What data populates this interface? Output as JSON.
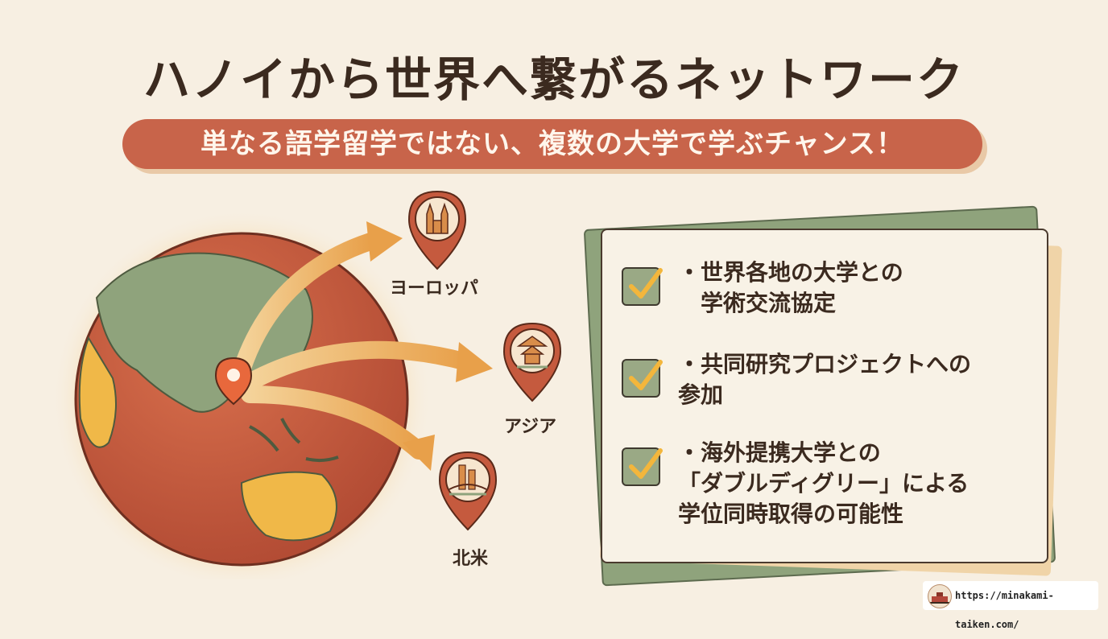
{
  "header": {
    "title": "ハノイから世界へ繋がるネットワーク",
    "subtitle": "単なる語学留学ではない、複数の大学で学ぶチャンス！"
  },
  "map": {
    "regions": [
      {
        "label": "ヨーロッパ",
        "icon": "cathedral-icon"
      },
      {
        "label": "アジア",
        "icon": "pagoda-icon"
      },
      {
        "label": "北米",
        "icon": "skyline-bridge-icon"
      }
    ],
    "origin_icon": "location-pin-icon"
  },
  "benefits": {
    "items": [
      {
        "bullet": "・",
        "lines": [
          "世界各地の大学との",
          "学術交流協定"
        ]
      },
      {
        "bullet": "・",
        "lines": [
          "共同研究プロジェクトへの",
          "参加"
        ]
      },
      {
        "bullet": "・",
        "lines": [
          "海外提携大学との",
          "「ダブルディグリー」による",
          "学位同時取得の可能性"
        ]
      }
    ]
  },
  "footer": {
    "url": "https://minakami-taiken.com/"
  },
  "colors": {
    "background": "#f7efe2",
    "accent": "#c8644a",
    "globe": "#c55a3e",
    "land": "#8fa37c",
    "check_box": "#9aa985",
    "arrow": "#f0b35c"
  }
}
